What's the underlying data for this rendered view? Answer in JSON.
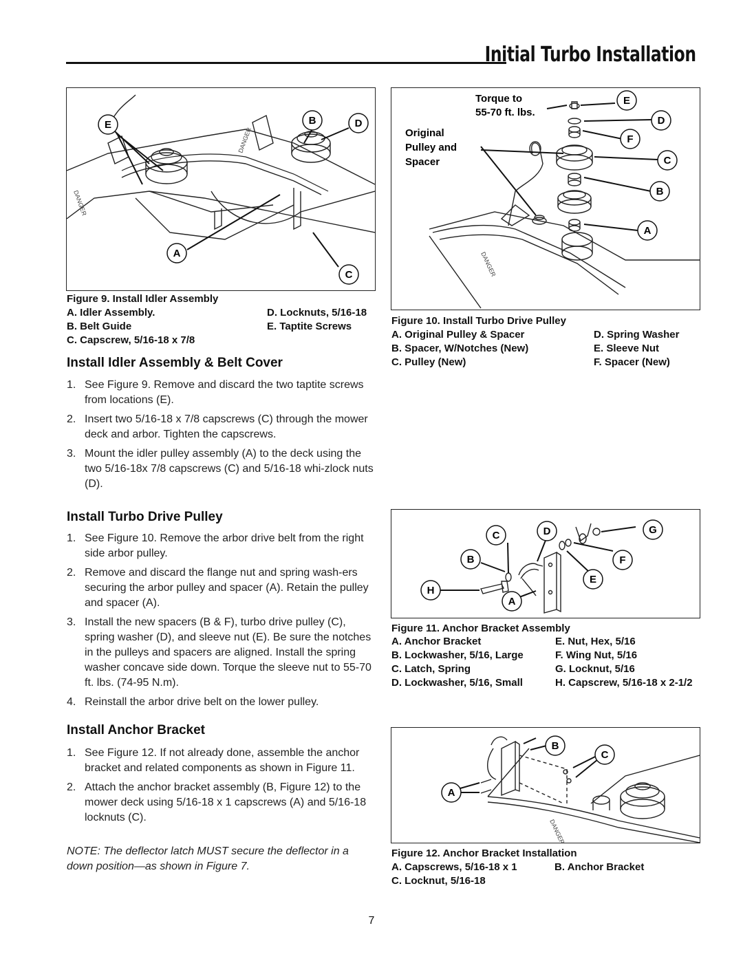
{
  "header": {
    "title": "Initial Turbo Installation"
  },
  "figure9": {
    "caption": "Figure 9.  Install Idler Assembly",
    "callouts": [
      "E",
      "B",
      "D",
      "A",
      "C"
    ],
    "legend_left": [
      "A.  Idler Assembly.",
      "B.  Belt Guide",
      "C.  Capscrew, 5/16-18 x 7/8"
    ],
    "legend_right": [
      "D.  Locknuts, 5/16-18",
      "E.  Taptite Screws"
    ],
    "decals": [
      "DANGER",
      "DANGER"
    ]
  },
  "figure10": {
    "caption": "Figure 10.  Install Turbo Drive Pulley",
    "torque_label_1": "Torque to",
    "torque_label_2": "55-70 ft. lbs.",
    "orig_label_1": "Original",
    "orig_label_2": "Pulley and",
    "orig_label_3": "Spacer",
    "callouts": [
      "E",
      "D",
      "F",
      "C",
      "B",
      "A"
    ],
    "legend_left": [
      "A.  Original Pulley & Spacer",
      "B.  Spacer, W/Notches (New)",
      "C.  Pulley (New)"
    ],
    "legend_right": [
      "D. Spring Washer",
      "E. Sleeve Nut",
      "F. Spacer (New)"
    ],
    "decal": "DANGER"
  },
  "figure11": {
    "caption": "Figure 11.  Anchor Bracket Assembly",
    "callouts": [
      "C",
      "D",
      "G",
      "B",
      "F",
      "E",
      "H",
      "A"
    ],
    "legend_left": [
      "A.  Anchor Bracket",
      "B.  Lockwasher, 5/16, Large",
      "C.  Latch, Spring",
      "D.  Lockwasher, 5/16, Small"
    ],
    "legend_right": [
      "E.  Nut, Hex, 5/16",
      "F.  Wing Nut, 5/16",
      "G.  Locknut, 5/16",
      "H.  Capscrew, 5/16-18 x 2-1/2"
    ]
  },
  "figure12": {
    "caption": "Figure 12.  Anchor Bracket Installation",
    "callouts": [
      "B",
      "C",
      "A"
    ],
    "legend_row1_left": "A.  Capscrews, 5/16-18 x 1",
    "legend_row1_right": "B.  Anchor Bracket",
    "legend_row2": "C.  Locknut, 5/16-18",
    "decal": "DANGER"
  },
  "section_idler": {
    "heading": "Install Idler Assembly & Belt Cover",
    "steps": [
      {
        "n": "1.",
        "text": "See Figure 9.  Remove and discard the two taptite screws from locations (E)."
      },
      {
        "n": "2.",
        "text": "Insert two 5/16-18 x 7/8 capscrews (C) through the mower deck and arbor.  Tighten the capscrews."
      },
      {
        "n": "3.",
        "text": "Mount the idler pulley assembly (A) to the deck using the two 5/16-18x 7/8 capscrews (C) and 5/16-18 whi-zlock nuts (D)."
      }
    ]
  },
  "section_turbo": {
    "heading": "Install Turbo Drive Pulley",
    "steps": [
      {
        "n": "1.",
        "text": "See Figure 10.  Remove the arbor drive belt from the right side arbor pulley."
      },
      {
        "n": "2.",
        "text": "Remove and discard the flange nut and spring wash-ers securing the arbor pulley and spacer (A).  Retain the pulley and spacer (A)."
      },
      {
        "n": "3.",
        "text": "Install the new spacers (B & F), turbo drive pulley (C), spring washer (D), and sleeve nut (E).  Be sure the notches in the pulleys and spacers are aligned. Install the spring washer concave side down.  Torque the sleeve nut to 55-70 ft. lbs. (74-95 N.m)."
      },
      {
        "n": "4.",
        "text": "Reinstall the arbor drive belt on the lower pulley."
      }
    ]
  },
  "section_anchor": {
    "heading": "Install Anchor Bracket",
    "steps": [
      {
        "n": "1.",
        "text": "See Figure 12.  If not already done, assemble the anchor bracket and related components as shown in Figure 11."
      },
      {
        "n": "2.",
        "text": "Attach the anchor bracket assembly (B, Figure 12) to the mower deck using 5/16-18 x 1 capscrews (A) and 5/16-18 locknuts (C)."
      }
    ],
    "note": "NOTE: The deflector latch MUST secure the deflector in a down position—as shown in Figure 7."
  },
  "footer": {
    "page_number": "7"
  }
}
